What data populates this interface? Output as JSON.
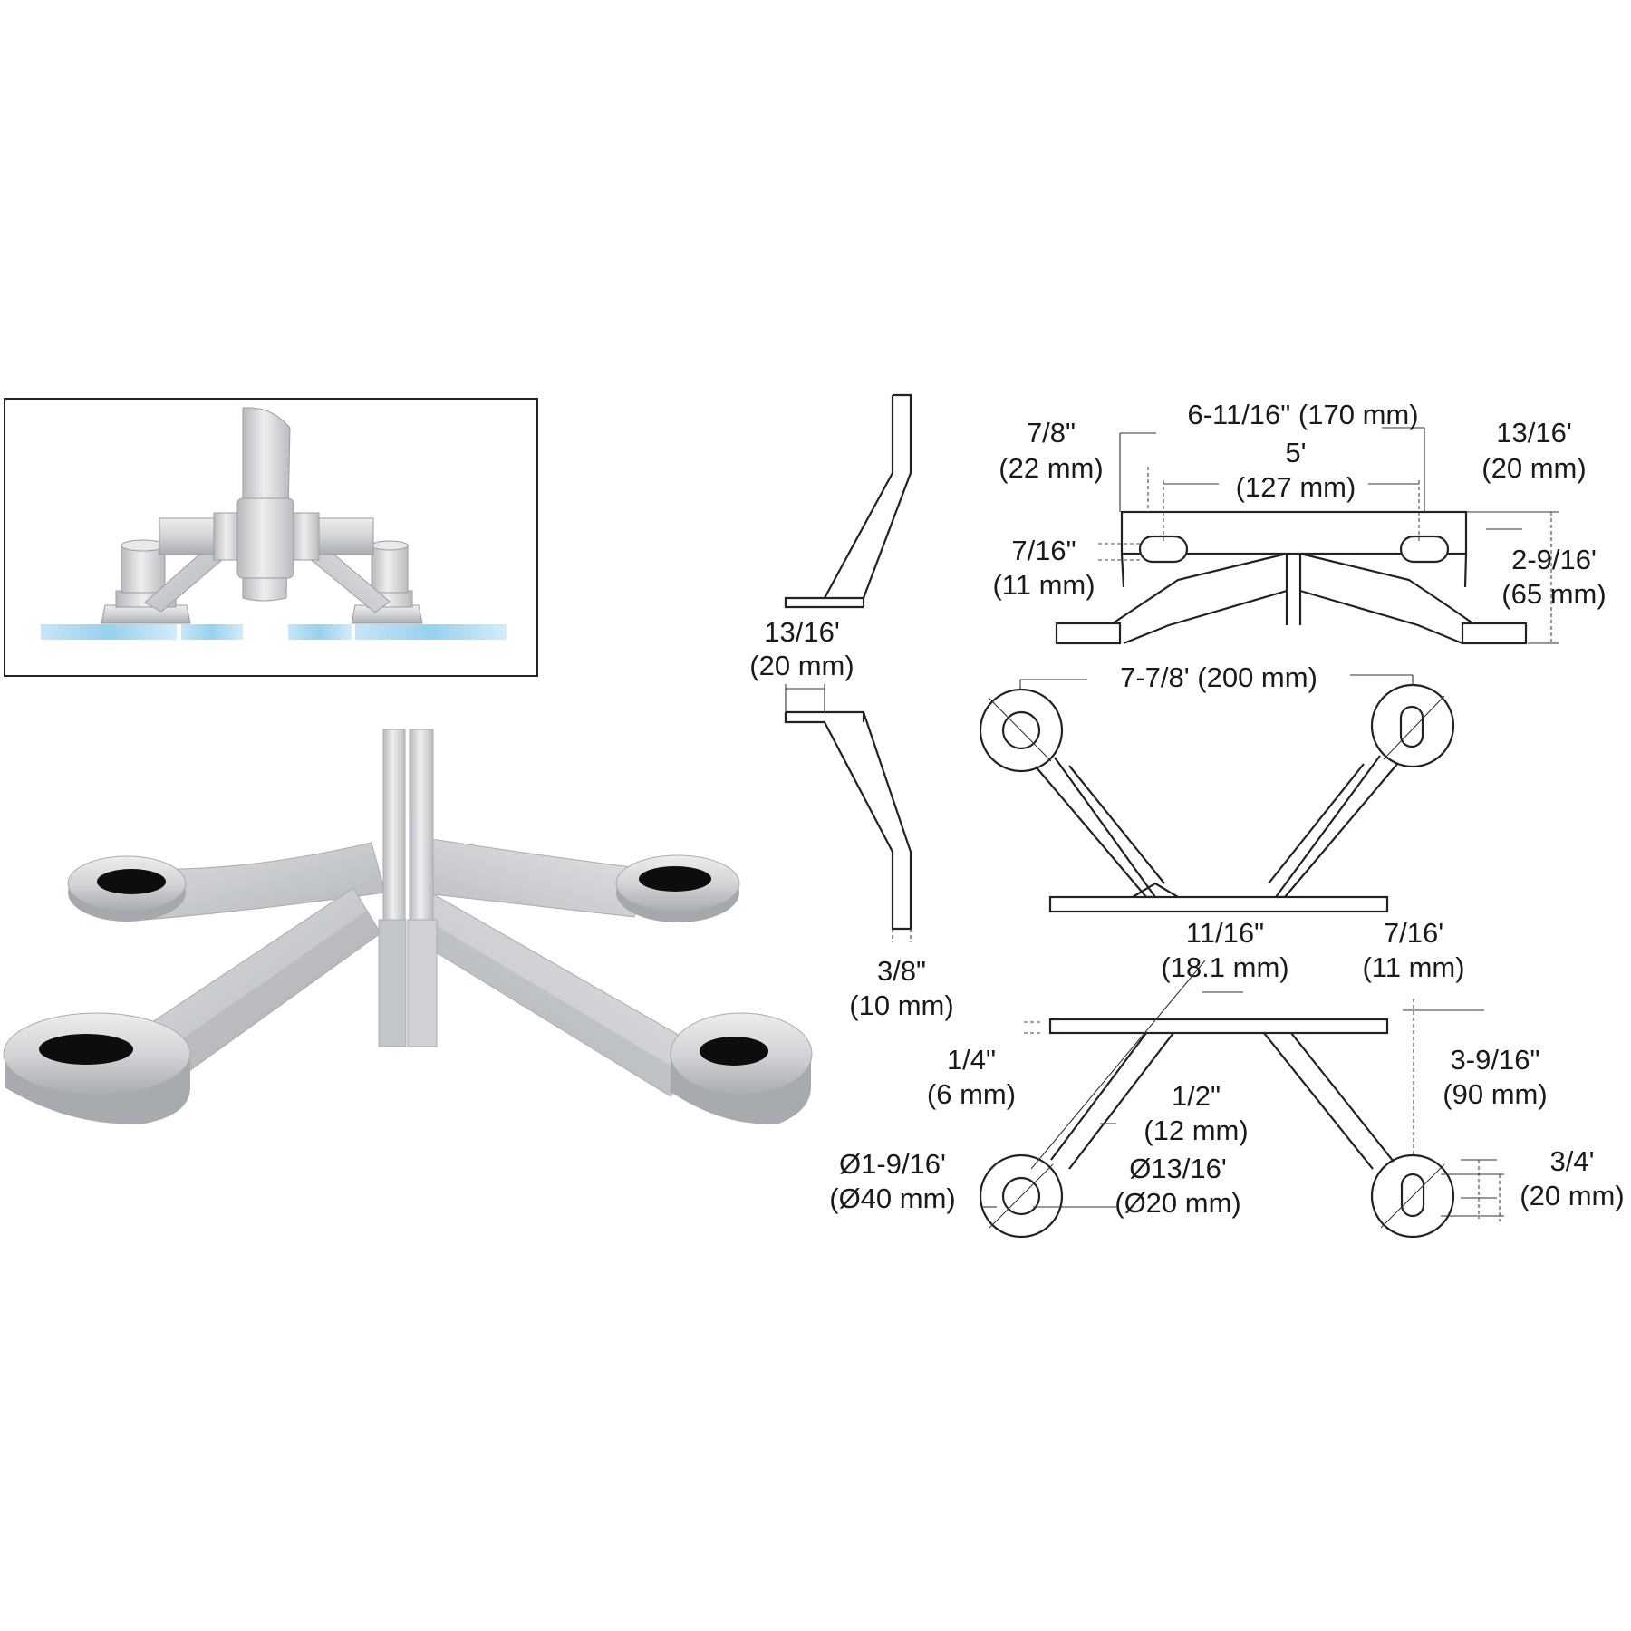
{
  "colors": {
    "metal_light": "#e6e7e9",
    "metal_mid": "#c9cbce",
    "metal_dark": "#9ea1a5",
    "hole": "#0d0d0d",
    "glass_blue": "#9fd3f2",
    "line": "#222222"
  },
  "dimensions": {
    "top_view": {
      "overall_width": "6-11/16\" (170 mm)",
      "hole_spacing_in": "5'",
      "hole_spacing_mm": "(127 mm)",
      "edge_offset_in": "7/8\"",
      "edge_offset_mm": "(22 mm)",
      "right_offset_in": "13/16'",
      "right_offset_mm": "(20 mm)",
      "slot_in": "7/16\"",
      "slot_mm": "(11 mm)",
      "height_in": "2-9/16'",
      "height_mm": "(65 mm)"
    },
    "side_view": {
      "plate_in": "13/16'",
      "plate_mm": "(20 mm)",
      "thickness_in": "3/8\"",
      "thickness_mm": "(10 mm)"
    },
    "front_view": {
      "span": "7-7/8' (200 mm)"
    },
    "bottom_view": {
      "width_in": "11/16\"",
      "width_mm": "(18.1 mm)",
      "slot_in": "7/16'",
      "slot_mm": "(11 mm)",
      "plate_in": "1/4\"",
      "plate_mm": "(6 mm)",
      "arm_in": "1/2\"",
      "arm_mm": "(12 mm)",
      "reach_in": "3-9/16\"",
      "reach_mm": "(90 mm)",
      "pad_dia_in": "Ø1-9/16'",
      "pad_dia_mm": "(Ø40 mm)",
      "hole_dia_in": "Ø13/16'",
      "hole_dia_mm": "(Ø20 mm)",
      "slot_len_in": "3/4'",
      "slot_len_mm": "(20 mm)"
    }
  }
}
